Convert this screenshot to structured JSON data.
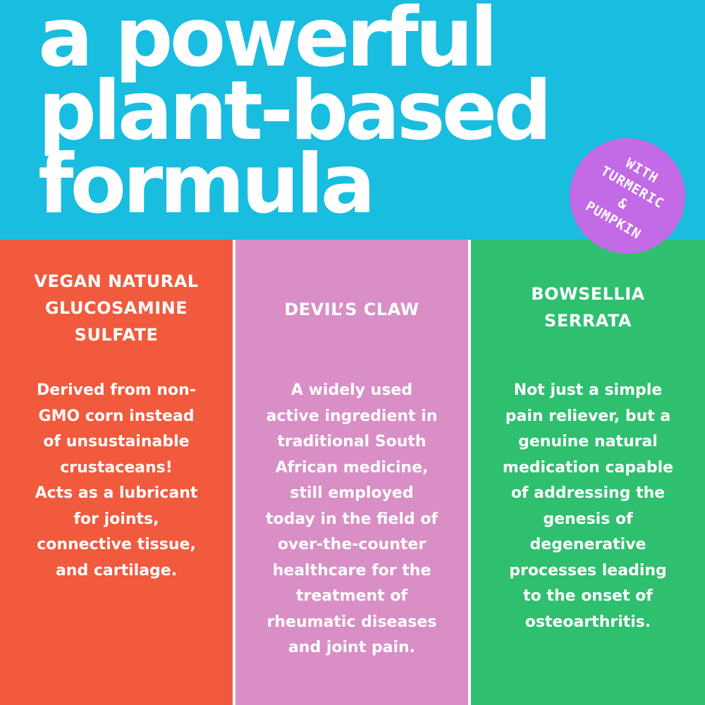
{
  "colors": {
    "header_bg": "#18bde0",
    "badge_bg": "#c36ae6",
    "column_1_bg": "#f15a3d",
    "column_2_bg": "#d98ec6",
    "column_3_bg": "#2ebf6f",
    "text": "#ffffff"
  },
  "headline": {
    "line_1": "a powerful",
    "line_2": "plant-based",
    "line_3": "formula"
  },
  "badge": {
    "line_1": "WITH",
    "line_2": "TURMERIC",
    "line_3": "&",
    "line_4": "PUMPKIN"
  },
  "columns": [
    {
      "title_lines": [
        "VEGAN NATURAL",
        "GLUCOSAMINE",
        "SULFATE"
      ],
      "body_lines": [
        "Derived from non-",
        "GMO corn instead",
        "of unsustainable",
        "crustaceans!",
        "Acts as a lubricant",
        "for joints,",
        "connective tissue,",
        "and cartilage."
      ]
    },
    {
      "title_lines": [
        "DEVIL’S CLAW"
      ],
      "body_lines": [
        "A widely used",
        "active ingredient in",
        "traditional South",
        "African medicine,",
        "still employed",
        "today in the field of",
        "over-the-counter",
        "healthcare for the",
        "treatment of",
        "rheumatic diseases",
        "and joint pain."
      ]
    },
    {
      "title_lines": [
        "BOWSELLIA",
        "SERRATA"
      ],
      "body_lines": [
        "Not just a simple",
        "pain reliever, but a",
        "genuine natural",
        "medication capable",
        "of addressing the",
        "genesis of",
        "degenerative",
        "processes leading",
        "to the onset of",
        "osteoarthritis."
      ]
    }
  ]
}
